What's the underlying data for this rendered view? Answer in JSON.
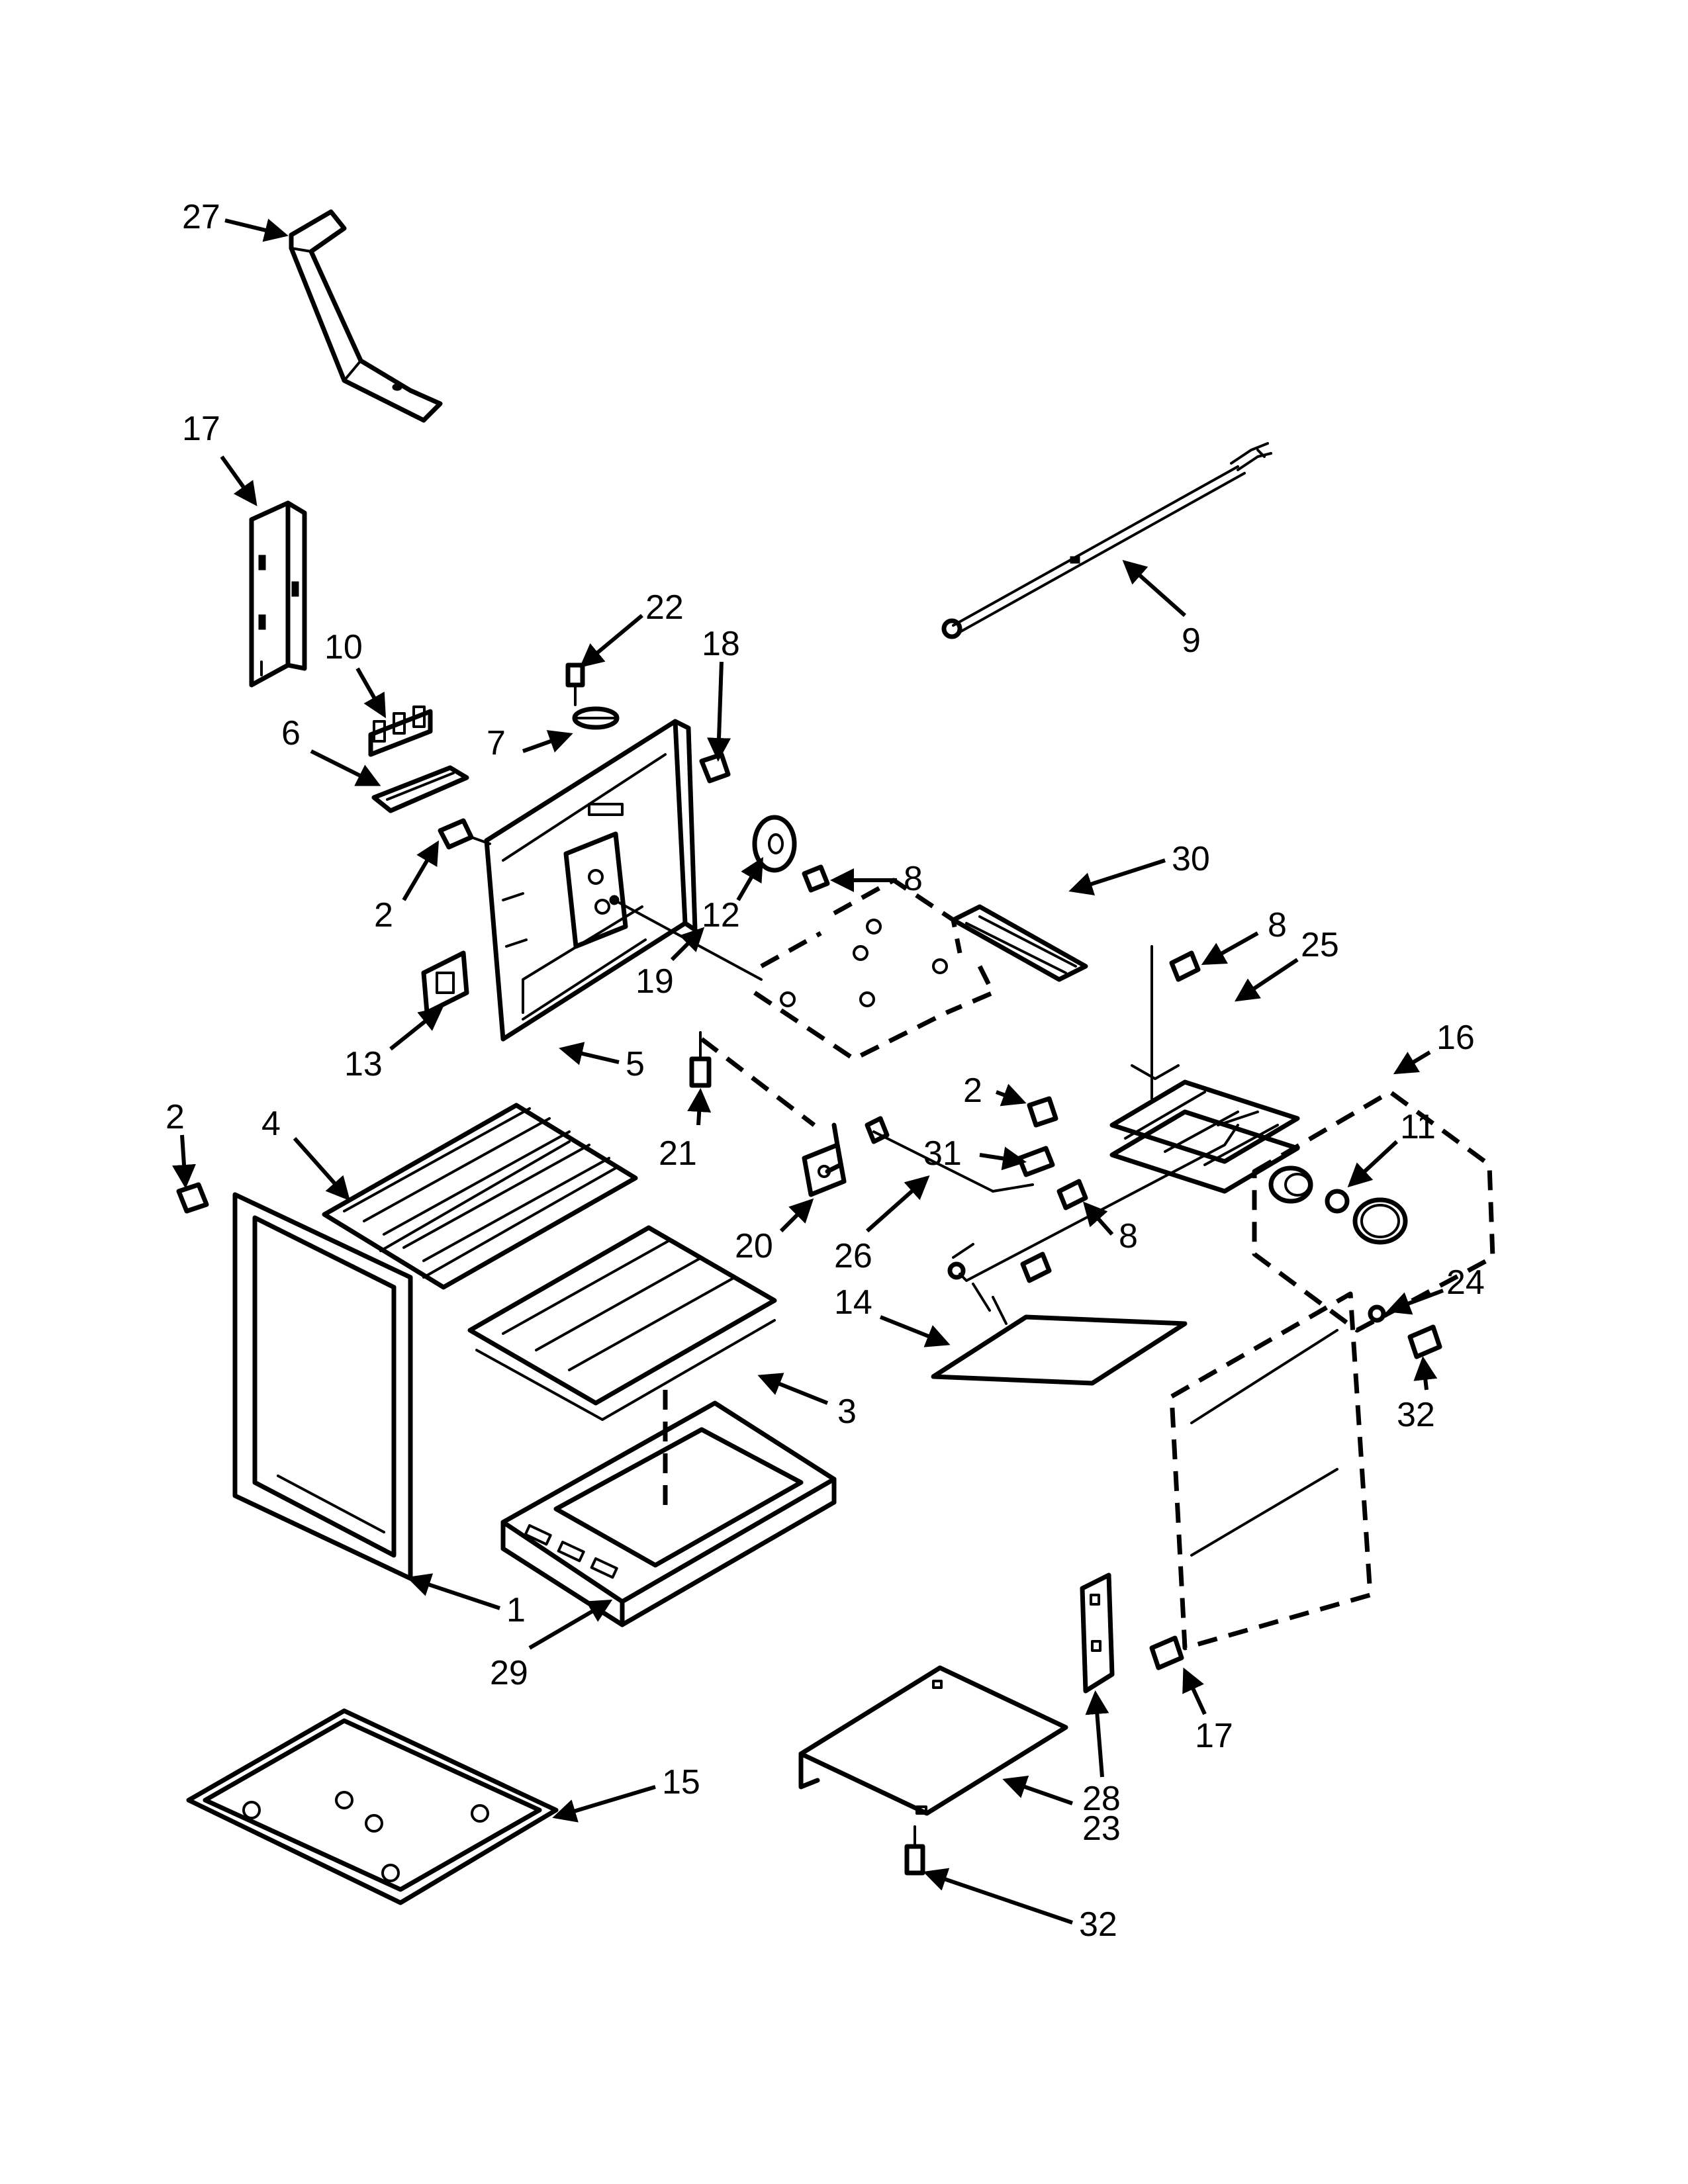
{
  "callouts": [
    {
      "id": "c27",
      "text": "27"
    },
    {
      "id": "c17a",
      "text": "17"
    },
    {
      "id": "c22",
      "text": "22"
    },
    {
      "id": "c18",
      "text": "18"
    },
    {
      "id": "c10",
      "text": "10"
    },
    {
      "id": "c7",
      "text": "7"
    },
    {
      "id": "c6",
      "text": "6"
    },
    {
      "id": "c9",
      "text": "9"
    },
    {
      "id": "c2a",
      "text": "2"
    },
    {
      "id": "c12",
      "text": "12"
    },
    {
      "id": "c8a",
      "text": "8"
    },
    {
      "id": "c30",
      "text": "30"
    },
    {
      "id": "c8b",
      "text": "8"
    },
    {
      "id": "c25",
      "text": "25"
    },
    {
      "id": "c19",
      "text": "19"
    },
    {
      "id": "c13",
      "text": "13"
    },
    {
      "id": "c5",
      "text": "5"
    },
    {
      "id": "c2b",
      "text": "2"
    },
    {
      "id": "c16",
      "text": "16"
    },
    {
      "id": "c2c",
      "text": "2"
    },
    {
      "id": "c4",
      "text": "4"
    },
    {
      "id": "c31",
      "text": "31"
    },
    {
      "id": "c11",
      "text": "11"
    },
    {
      "id": "c21",
      "text": "21"
    },
    {
      "id": "c20",
      "text": "20"
    },
    {
      "id": "c26",
      "text": "26"
    },
    {
      "id": "c8c",
      "text": "8"
    },
    {
      "id": "c24",
      "text": "24"
    },
    {
      "id": "c14",
      "text": "14"
    },
    {
      "id": "c3",
      "text": "3"
    },
    {
      "id": "c32a",
      "text": "32"
    },
    {
      "id": "c1",
      "text": "1"
    },
    {
      "id": "c29",
      "text": "29"
    },
    {
      "id": "c17b",
      "text": "17"
    },
    {
      "id": "c15",
      "text": "15"
    },
    {
      "id": "c28",
      "text": "28"
    },
    {
      "id": "c23",
      "text": "23"
    },
    {
      "id": "c32b",
      "text": "32"
    }
  ]
}
